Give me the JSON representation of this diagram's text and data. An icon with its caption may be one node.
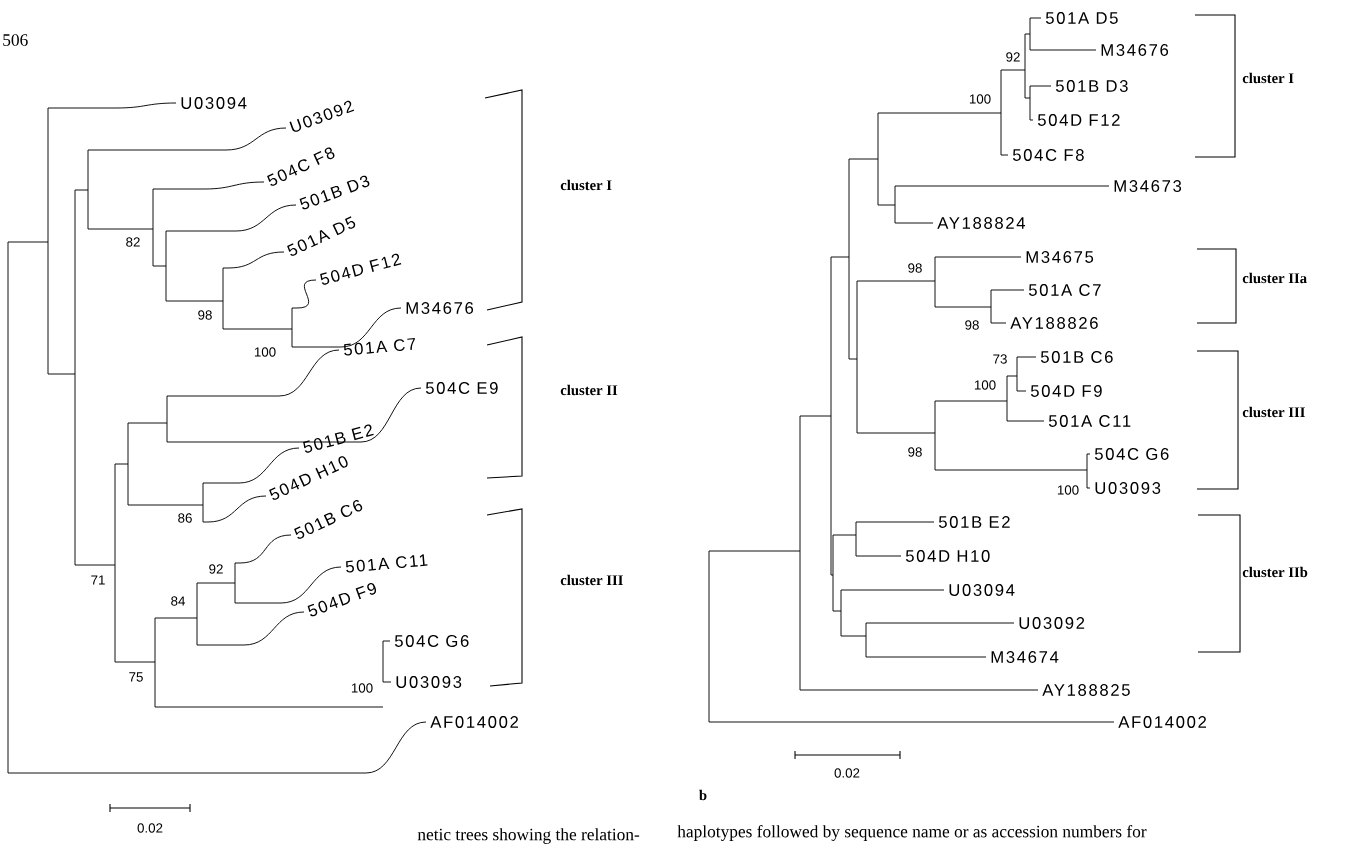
{
  "diagram": {
    "labels": [
      "506",
      "U03094",
      "U03092",
      "504C F8",
      "501B D3",
      "501A D5",
      "504D F12",
      "M34676",
      "501A C7",
      "504C E9",
      "501B E2",
      "504D H10",
      "501B C6",
      "501A C11",
      "504D F9",
      "504C G6",
      "U03093",
      "AF014002",
      "82",
      "98",
      "100",
      "86",
      "92",
      "84",
      "71",
      "75",
      "100",
      "cluster I",
      "cluster II",
      "cluster III",
      "0.02",
      "501A D5",
      "M34676",
      "501B D3",
      "504D F12",
      "504C F8",
      "M34673",
      "AY188824",
      "M34675",
      "501A C7",
      "AY188826",
      "501B C6",
      "504D F9",
      "501A C11",
      "504C G6",
      "U03093",
      "501B E2",
      "504D H10",
      "U03094",
      "U03092",
      "M34674",
      "AY188825",
      "AF014002",
      "92",
      "100",
      "98",
      "98",
      "73",
      "100",
      "98",
      "100",
      "cluster I",
      "cluster IIa",
      "cluster III",
      "cluster IIb",
      "0.02",
      "b",
      "netic trees showing the relation-",
      "haplotypes followed by sequence name or as accession numbers for"
    ]
  }
}
